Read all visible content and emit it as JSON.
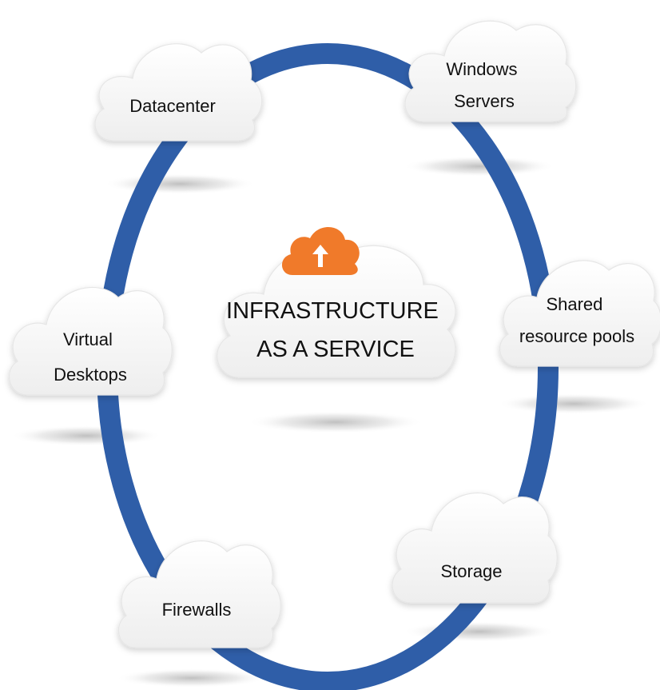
{
  "diagram": {
    "center": {
      "lines": [
        "INFRASTRUCTURE",
        "AS A SERVICE"
      ],
      "icon": "cloud-upload-icon",
      "icon_color": "#f07a2a"
    },
    "ring_color": "#2f5ea8",
    "nodes": [
      {
        "id": "datacenter",
        "lines": [
          "Datacenter"
        ]
      },
      {
        "id": "windows-servers",
        "lines": [
          "Windows",
          "Servers"
        ]
      },
      {
        "id": "shared-resource-pools",
        "lines": [
          "Shared",
          "resource pools"
        ]
      },
      {
        "id": "virtual-desktops",
        "lines": [
          "Virtual",
          "Desktops"
        ]
      },
      {
        "id": "storage",
        "lines": [
          "Storage"
        ]
      },
      {
        "id": "firewalls",
        "lines": [
          "Firewalls"
        ]
      }
    ]
  }
}
